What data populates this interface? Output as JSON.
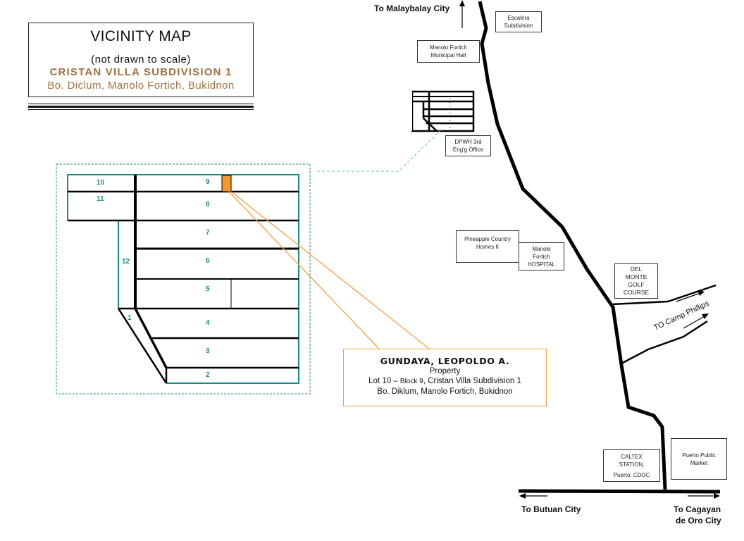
{
  "title": {
    "main": "VICINITY MAP",
    "note": "(not drawn to scale)",
    "subdivision": "CRISTAN VILLA SUBDIVISION 1",
    "location": "Bo. Diclum, Manolo Fortich, Bukidnon"
  },
  "colors": {
    "lot_lines": "#1a8a86",
    "highlight": "#f7982f",
    "callout": "#f0a040",
    "title_accent": "#a07040",
    "road": "#000000"
  },
  "landmarks": {
    "escalera": [
      "Escalera",
      "Subdivision"
    ],
    "municipal_hall": [
      "Manolo Fortich",
      "Municipal Hall"
    ],
    "dpwh": [
      "DPWH 3rd",
      "Eng'g Office"
    ],
    "pineapple": [
      "Pineapple Country",
      "Homes II"
    ],
    "hospital": [
      "Manolo",
      "Fortich",
      "HOSPITAL"
    ],
    "golf": [
      "DEL",
      "MONTE",
      "GOLF",
      "COURSE"
    ],
    "caltex": [
      "CALTEX",
      "STATION,",
      "Puerto, CDOC"
    ],
    "market": [
      "Puerto Public",
      "Market"
    ]
  },
  "road_labels": {
    "north": "To Malaybalay City",
    "west": "To Butuan  City",
    "east_line1": "To  Cagayan",
    "east_line2": "de Oro City",
    "camp_phillips": "TO Camp Phillips"
  },
  "lots": {
    "l1": "1",
    "l2": "2",
    "l3": "3",
    "l4": "4",
    "l5": "5",
    "l6": "6",
    "l7": "7",
    "l8": "8",
    "l9": "9",
    "l10": "10",
    "l11": "11",
    "l12": "12"
  },
  "owner": {
    "name": "GUNDAYA, LEOPOLDO A.",
    "type": "Property",
    "lot_prefix": "Lot 10 – ",
    "block": "Block 9",
    "lot_suffix": ", Cristan Villa Subdivision 1",
    "address": "Bo. Diklum, Manolo Fortich, Bukidnon"
  }
}
